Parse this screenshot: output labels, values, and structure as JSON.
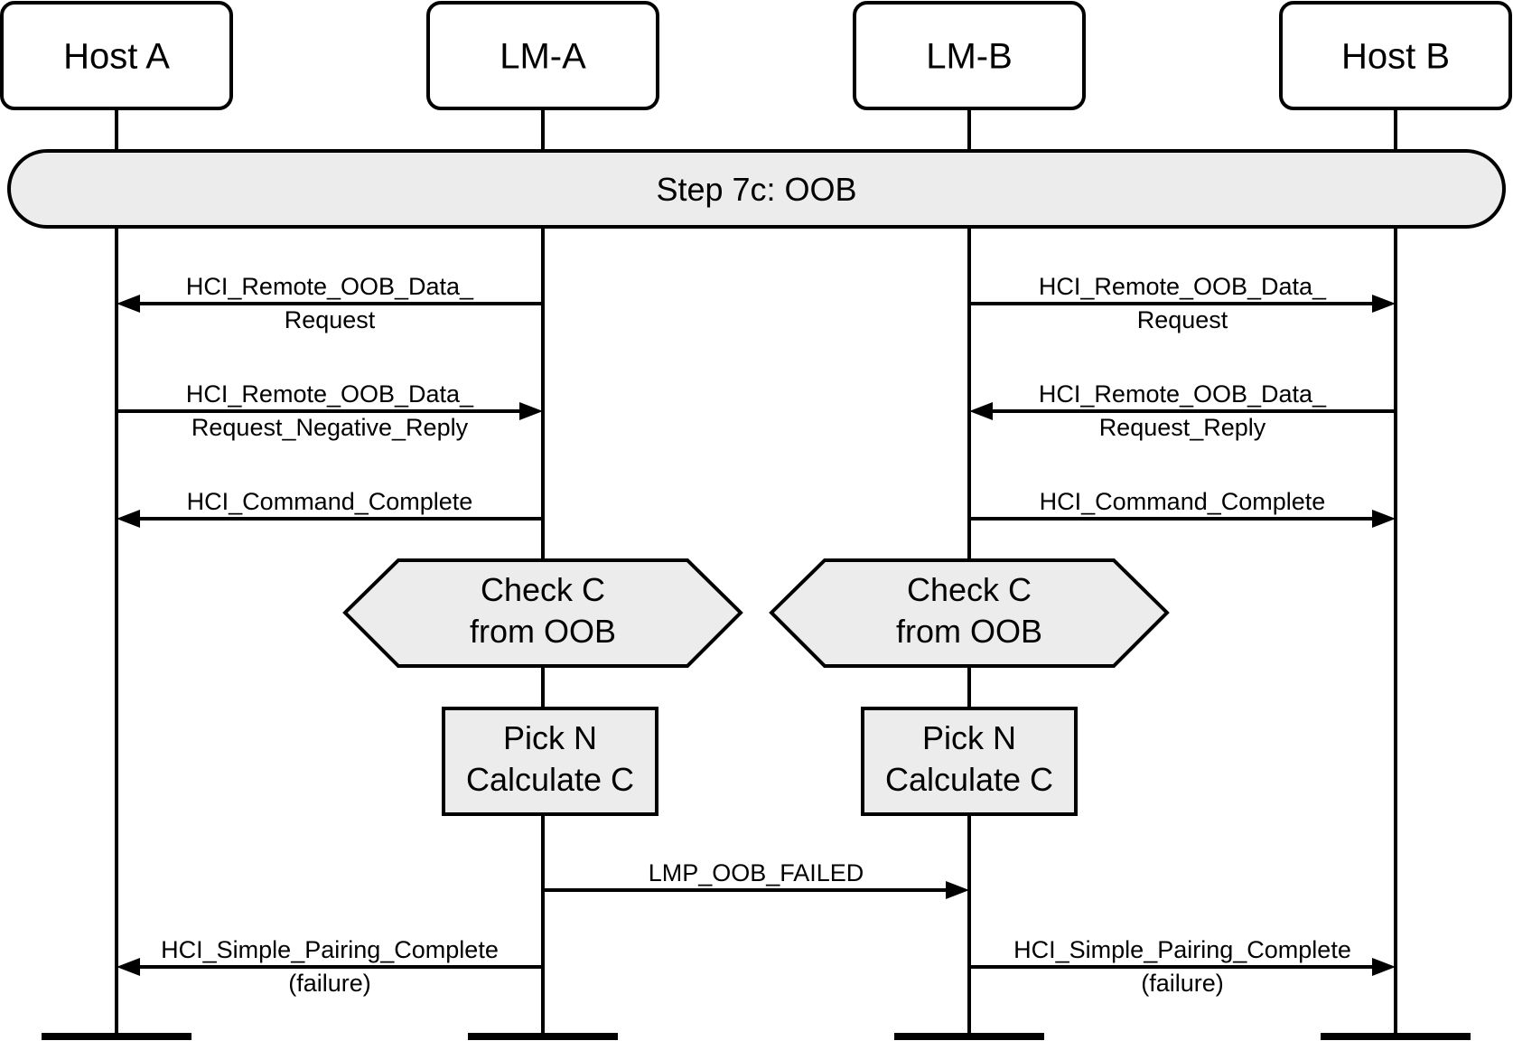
{
  "participants": [
    {
      "label": "Host A"
    },
    {
      "label": "LM-A"
    },
    {
      "label": "LM-B"
    },
    {
      "label": "Host B"
    }
  ],
  "step_banner": {
    "label": "Step 7c:  OOB"
  },
  "messages": [
    {
      "from": 1,
      "to": 0,
      "lines": [
        "HCI_Remote_OOB_Data_",
        "Request"
      ]
    },
    {
      "from": 2,
      "to": 3,
      "lines": [
        "HCI_Remote_OOB_Data_",
        "Request"
      ]
    },
    {
      "from": 0,
      "to": 1,
      "lines": [
        "HCI_Remote_OOB_Data_",
        "Request_Negative_Reply"
      ]
    },
    {
      "from": 3,
      "to": 2,
      "lines": [
        "HCI_Remote_OOB_Data_",
        "Request_Reply"
      ]
    },
    {
      "from": 1,
      "to": 0,
      "lines": [
        "HCI_Command_Complete"
      ]
    },
    {
      "from": 2,
      "to": 3,
      "lines": [
        "HCI_Command_Complete"
      ]
    },
    {
      "from": 1,
      "to": 2,
      "lines": [
        "LMP_OOB_FAILED"
      ]
    },
    {
      "from": 1,
      "to": 0,
      "lines": [
        "HCI_Simple_Pairing_Complete",
        "(failure)"
      ]
    },
    {
      "from": 2,
      "to": 3,
      "lines": [
        "HCI_Simple_Pairing_Complete",
        "(failure)"
      ]
    }
  ],
  "check_blocks": [
    {
      "participant": 1,
      "lines": [
        "Check C",
        "from OOB"
      ]
    },
    {
      "participant": 2,
      "lines": [
        "Check C",
        "from OOB"
      ]
    }
  ],
  "action_blocks": [
    {
      "participant": 1,
      "lines": [
        "Pick N",
        "Calculate C"
      ]
    },
    {
      "participant": 2,
      "lines": [
        "Pick N",
        "Calculate C"
      ]
    }
  ]
}
